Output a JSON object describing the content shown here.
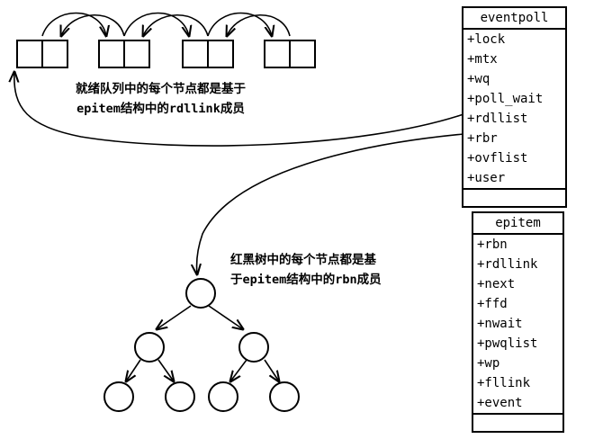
{
  "eventpoll": {
    "title": "eventpoll",
    "fields": [
      "+lock",
      "+mtx",
      "+wq",
      "+poll_wait",
      "+rdllist",
      "+rbr",
      "+ovflist",
      "+user"
    ]
  },
  "epitem": {
    "title": "epitem",
    "fields": [
      "+rbn",
      "+rdllink",
      "+next",
      "+ffd",
      "+nwait",
      "+pwqlist",
      "+wp",
      "+fllink",
      "+event"
    ]
  },
  "captions": {
    "ready_queue_line1": "就绪队列中的每个节点都是基于",
    "ready_queue_line2": "epitem结构中的rdllink成员",
    "rbtree_line1": "红黑树中的每个节点都是基",
    "rbtree_line2": "于epitem结构中的rbn成员"
  }
}
